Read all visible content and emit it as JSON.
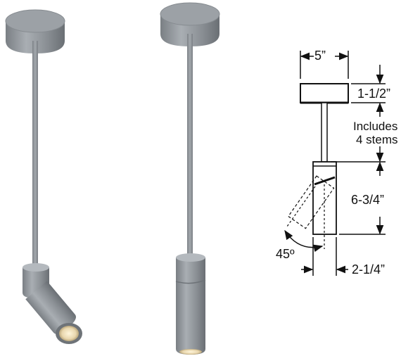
{
  "dimensions": {
    "width_canopy": "5”",
    "height_canopy": "1-1/2”",
    "stem_note_line1": "Includes",
    "stem_note_line2": "4 stems",
    "height_head": "6-3/4”",
    "tilt_angle": "45º",
    "width_head": "2-1/4”"
  },
  "colors": {
    "fixture_gray": "#8e9398",
    "fixture_dark": "#6e7378",
    "fixture_light": "#aeb3b8",
    "lens_glow": "#f3e6c8",
    "line": "#111111"
  }
}
